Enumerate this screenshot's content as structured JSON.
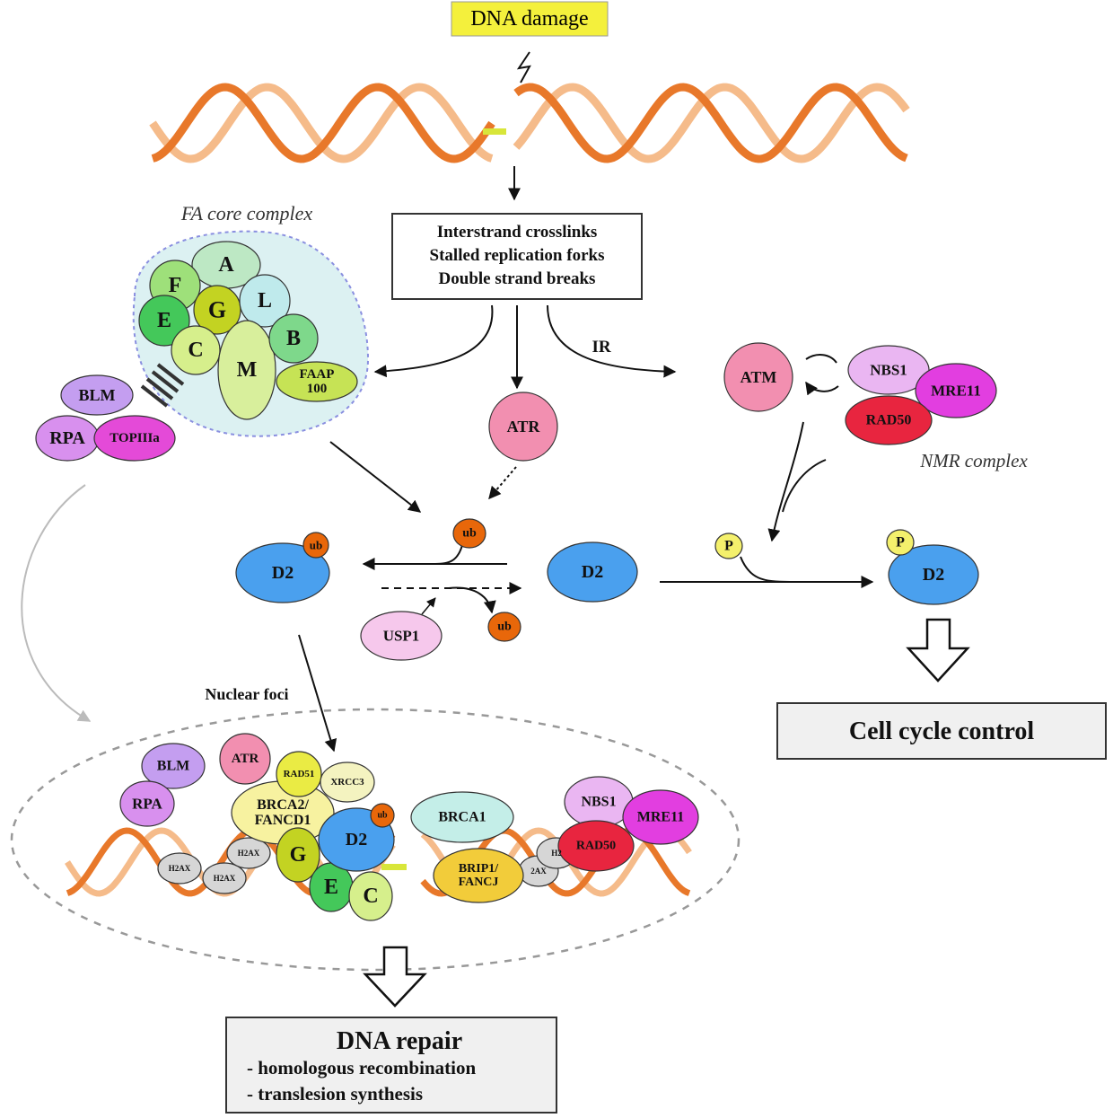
{
  "header": {
    "dna_damage": "DNA damage"
  },
  "lesions": [
    "Interstrand crosslinks",
    "Stalled replication forks",
    "Double strand breaks"
  ],
  "labels": {
    "fa_core_complex": "FA core complex",
    "ir": "IR",
    "nmr_complex": "NMR complex",
    "nuclear_foci": "Nuclear foci"
  },
  "outcomes": {
    "cell_cycle": "Cell cycle control",
    "dna_repair_title": "DNA repair",
    "dna_repair_items": [
      "- homologous recombination",
      "- translesion synthesis"
    ]
  },
  "nodes": {
    "fa_A": [
      "A"
    ],
    "fa_F": [
      "F"
    ],
    "fa_E": [
      "E"
    ],
    "fa_G": [
      "G"
    ],
    "fa_L": [
      "L"
    ],
    "fa_C": [
      "C"
    ],
    "fa_M": [
      "M"
    ],
    "fa_B": [
      "B"
    ],
    "fa_FAAP100": [
      "FAAP",
      "100"
    ],
    "blm": [
      "BLM"
    ],
    "rpa": [
      "RPA"
    ],
    "topiiia": [
      "TOPIIIa"
    ],
    "atr": [
      "ATR"
    ],
    "atm": [
      "ATM"
    ],
    "nbs1": [
      "NBS1"
    ],
    "mre11": [
      "MRE11"
    ],
    "rad50": [
      "RAD50"
    ],
    "d2_left": [
      "D2"
    ],
    "ub_left": [
      "ub"
    ],
    "ub_top": [
      "ub"
    ],
    "ub_free": [
      "ub"
    ],
    "usp1": [
      "USP1"
    ],
    "d2_mid": [
      "D2"
    ],
    "p_free": [
      "P"
    ],
    "d2_right": [
      "D2"
    ],
    "p_right": [
      "P"
    ],
    "f_blm": [
      "BLM"
    ],
    "f_rpa": [
      "RPA"
    ],
    "f_atr": [
      "ATR"
    ],
    "f_rad51": [
      "RAD51"
    ],
    "f_xrcc3": [
      "XRCC3"
    ],
    "f_brca2": [
      "BRCA2/",
      "FANCD1"
    ],
    "f_h2ax1": [
      "H2AX"
    ],
    "f_h2ax2": [
      "H2AX"
    ],
    "f_h2ax3": [
      "H2AX"
    ],
    "f_h2ax4": [
      "2AX"
    ],
    "f_h2ax5": [
      "H2"
    ],
    "f_g": [
      "G"
    ],
    "f_e": [
      "E"
    ],
    "f_c": [
      "C"
    ],
    "f_d2": [
      "D2"
    ],
    "f_ub": [
      "ub"
    ],
    "f_brca1": [
      "BRCA1"
    ],
    "f_brip1": [
      "BRIP1/",
      "FANCJ"
    ],
    "f_nbs1": [
      "NBS1"
    ],
    "f_mre11": [
      "MRE11"
    ],
    "f_rad50": [
      "RAD50"
    ]
  },
  "colors": {
    "dna_dark": "#e8782a",
    "dna_light": "#f5bb8a",
    "damage_box": "#f4f03c",
    "fa_core_bg": "#dcf1f2"
  }
}
